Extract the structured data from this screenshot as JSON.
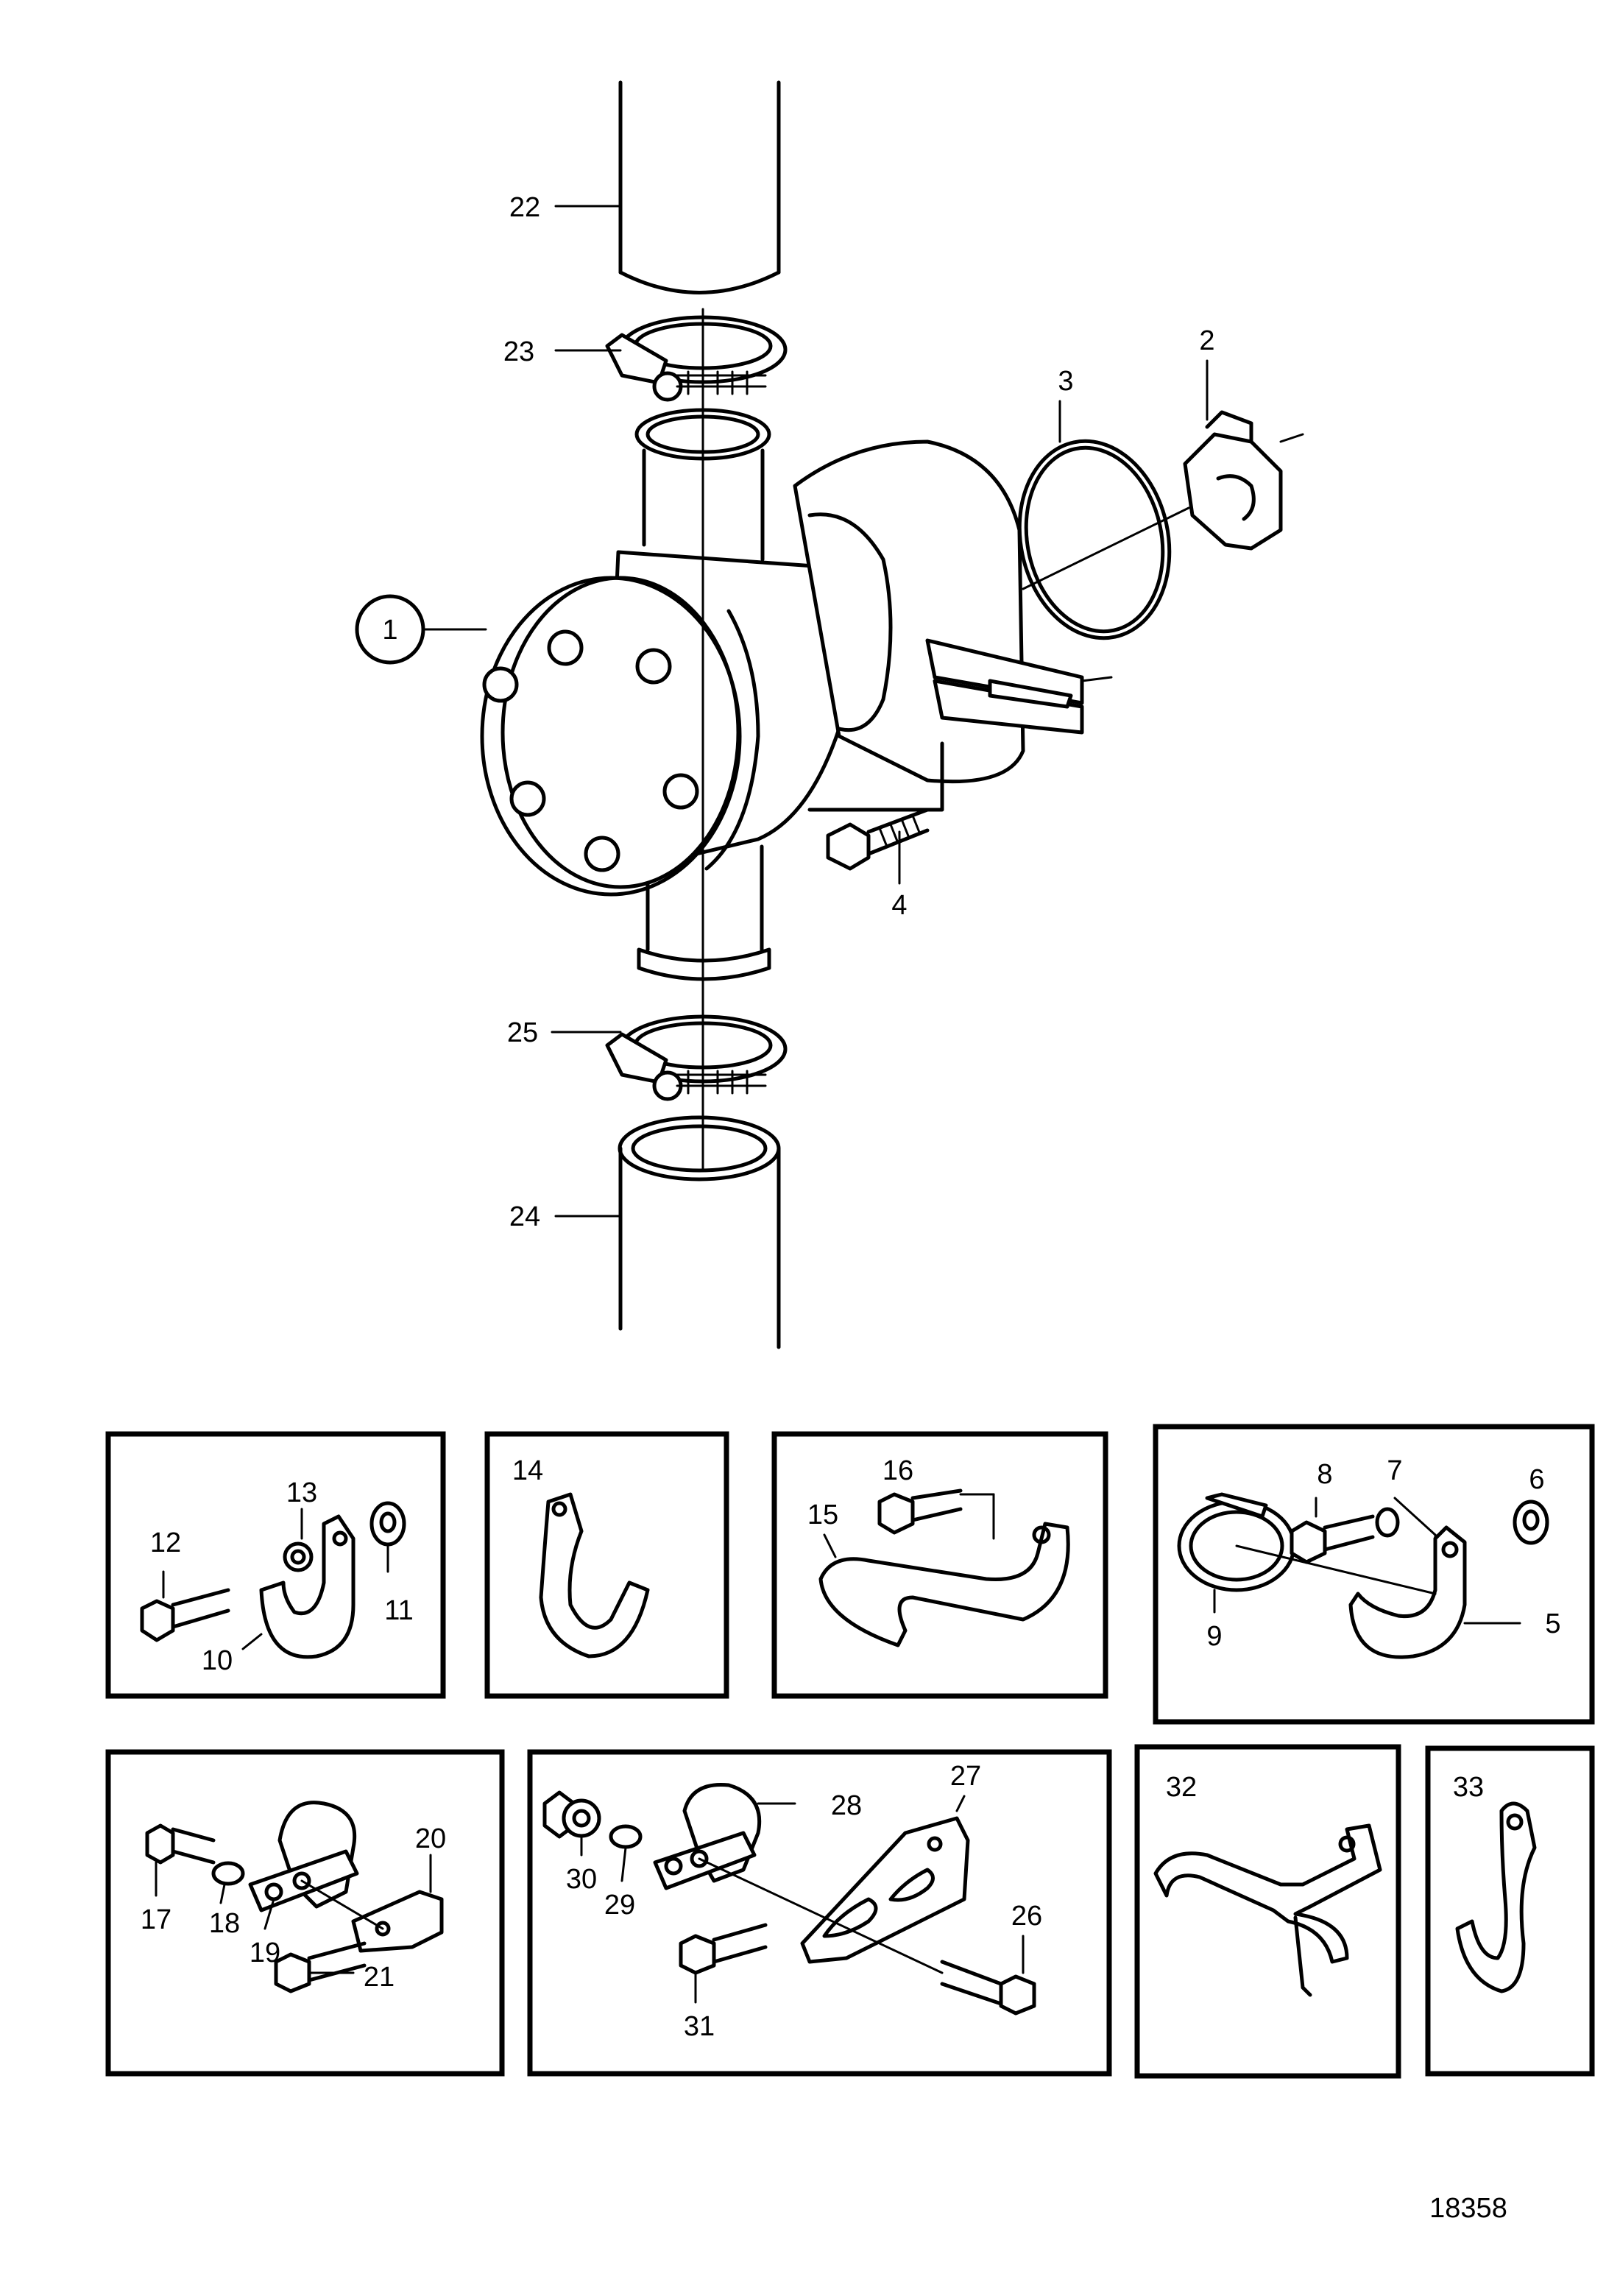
{
  "drawing_number": "18358",
  "callouts": {
    "c1": "1",
    "c2": "2",
    "c3": "3",
    "c4": "4",
    "c5": "5",
    "c6": "6",
    "c7": "7",
    "c8": "8",
    "c9": "9",
    "c10": "10",
    "c11": "11",
    "c12": "12",
    "c13": "13",
    "c14": "14",
    "c15": "15",
    "c16": "16",
    "c17": "17",
    "c18": "18",
    "c19": "19",
    "c20": "20",
    "c21": "21",
    "c22": "22",
    "c23": "23",
    "c24": "24",
    "c25": "25",
    "c26": "26",
    "c27": "27",
    "c28": "28",
    "c29": "29",
    "c30": "30",
    "c31": "31",
    "c32": "32",
    "c33": "33"
  }
}
